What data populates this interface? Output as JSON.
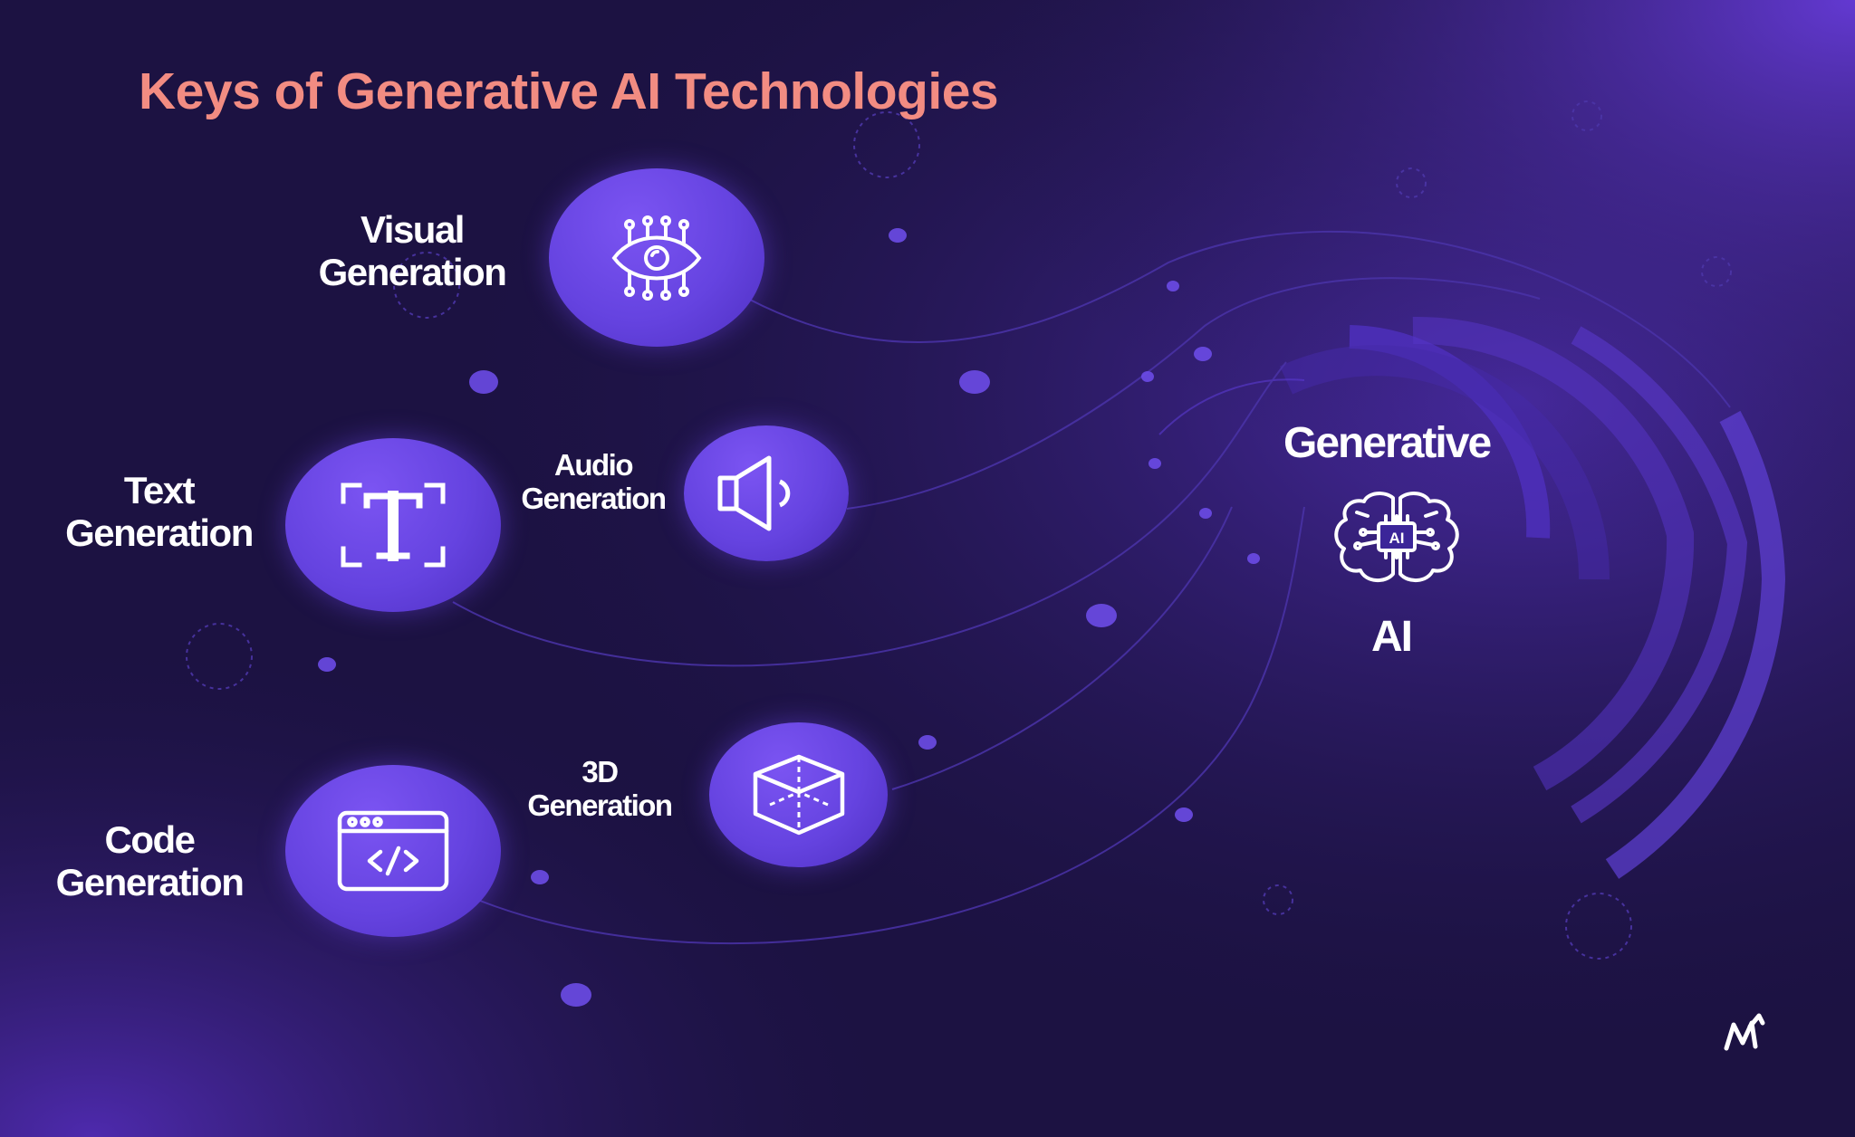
{
  "slide": {
    "title": "Keys of Generative AI  Technologies"
  },
  "diagram": {
    "center": {
      "line1": "Generative",
      "line2": "AI",
      "icon": "brain-chip-icon",
      "chip_text": "AI"
    },
    "nodes": [
      {
        "id": "visual",
        "line1": "Visual",
        "line2": "Generation",
        "icon": "eye-network-icon"
      },
      {
        "id": "text",
        "line1": "Text",
        "line2": "Generation",
        "icon": "text-t-icon"
      },
      {
        "id": "audio",
        "line1": "Audio",
        "line2": "Generation",
        "icon": "speaker-icon"
      },
      {
        "id": "code",
        "line1": "Code",
        "line2": "Generation",
        "icon": "code-window-icon"
      },
      {
        "id": "3d",
        "line1": "3D",
        "line2": "Generation",
        "icon": "cube-icon"
      }
    ]
  },
  "brand": {
    "logo": "brand-logo-icon"
  },
  "colors": {
    "title": "#f28c82",
    "background": "#1d1344",
    "node_fill": "#6543e0",
    "accent": "#7b54f2",
    "text": "#ffffff"
  }
}
